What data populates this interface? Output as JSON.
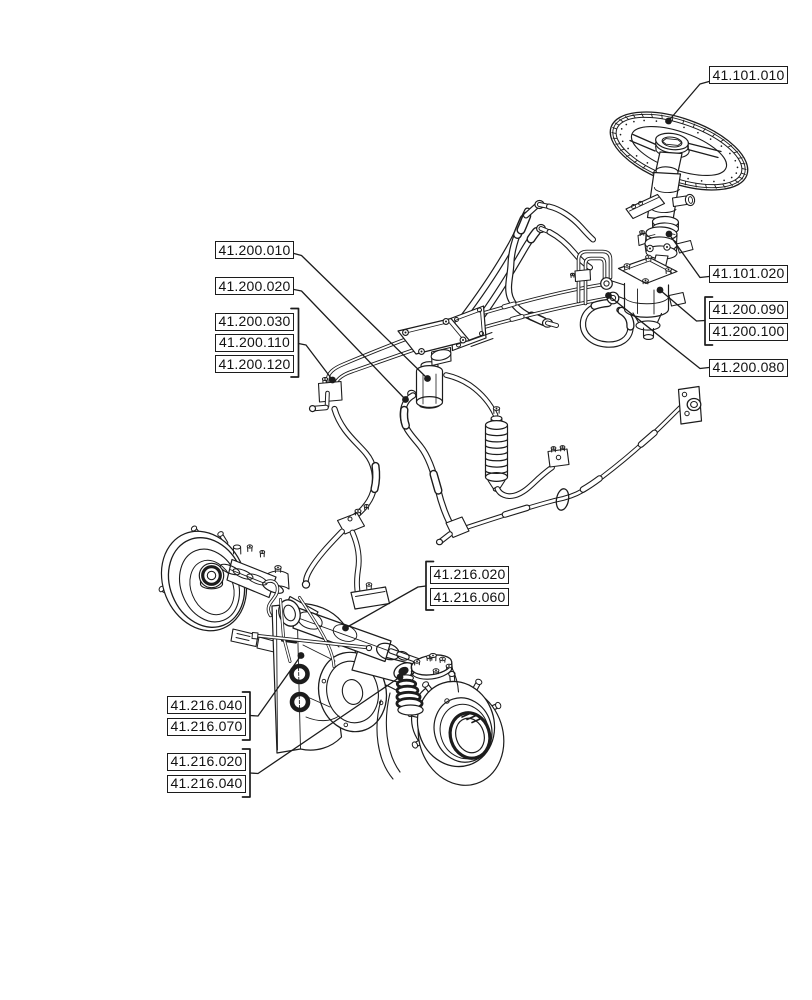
{
  "figure": {
    "type": "parts-diagram",
    "background": "#ffffff",
    "line_color": "#1c1c1c",
    "description": "Exploded technical line drawing of a tractor hydrostatic steering system: steering wheel and column, steering valve, hydraulic pump with filter, hoses and steel lines, and front steering axle with wheel hubs"
  },
  "callouts": [
    {
      "id": "callout-41-101-010",
      "labels": [
        "41.101.010"
      ],
      "bracket": "none",
      "points_to": "steering-wheel"
    },
    {
      "id": "callout-41-200-010",
      "labels": [
        "41.200.010"
      ],
      "bracket": "none",
      "points_to": "oil-filter"
    },
    {
      "id": "callout-41-200-020",
      "labels": [
        "41.200.020"
      ],
      "bracket": "none",
      "points_to": "suction-hose"
    },
    {
      "id": "callout-41-200-030-110-120",
      "labels": [
        "41.200.030",
        "41.200.110",
        "41.200.120"
      ],
      "bracket": "right",
      "points_to": "steel-pipes"
    },
    {
      "id": "callout-41-101-020",
      "labels": [
        "41.101.020"
      ],
      "bracket": "none",
      "points_to": "steering-column-support"
    },
    {
      "id": "callout-41-200-090-100",
      "labels": [
        "41.200.090",
        "41.200.100"
      ],
      "bracket": "left",
      "points_to": "steering-valve"
    },
    {
      "id": "callout-41-200-080",
      "labels": [
        "41.200.080"
      ],
      "bracket": "none",
      "points_to": "valve-port-fittings"
    },
    {
      "id": "callout-41-216-020-060",
      "labels": [
        "41.216.020",
        "41.216.060"
      ],
      "bracket": "left",
      "points_to": "steering-cylinder"
    },
    {
      "id": "callout-41-216-040-070",
      "labels": [
        "41.216.040",
        "41.216.070"
      ],
      "bracket": "right",
      "points_to": "front-axle-ports"
    },
    {
      "id": "callout-41-216-020-040",
      "labels": [
        "41.216.020",
        "41.216.040"
      ],
      "bracket": "right",
      "points_to": "tie-rod-end"
    }
  ]
}
